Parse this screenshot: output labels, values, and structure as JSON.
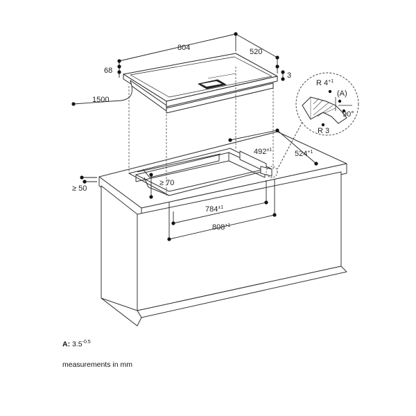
{
  "dimensions": {
    "hob_width": "804",
    "hob_depth": "520",
    "hob_height": "68",
    "hob_edge": "3",
    "cable_length": "1500",
    "cutout_depth": "492",
    "cutout_depth_tol": "±1",
    "rear_distance": "524",
    "rear_distance_tol": "+1",
    "cutout_width_inner": "784",
    "cutout_width_inner_tol": "±1",
    "cutout_width_outer": "808",
    "cutout_width_outer_tol": "+1",
    "front_clearance": "≥ 70",
    "worktop_thickness": "≥ 50"
  },
  "detail": {
    "radius_top": "R 4",
    "radius_top_tol": "+1",
    "label_a": "(A)",
    "angle": "90°",
    "radius_bottom": "R 3"
  },
  "notes": {
    "tolerance_label": "A:",
    "tolerance_value": "3.5",
    "tolerance_sup": "-0.5",
    "units": "measurements in mm"
  }
}
